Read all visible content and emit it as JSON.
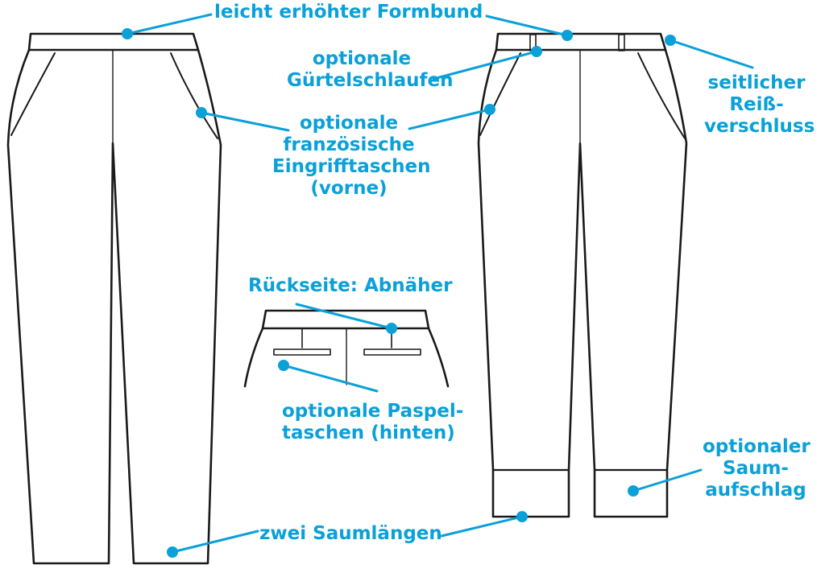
{
  "colors": {
    "accent": "#0aa0d8",
    "outline": "#1a1a1a",
    "background": "#ffffff"
  },
  "labels": {
    "waistband": "leicht erhöhter Formbund",
    "belt_loops": [
      "optionale",
      "Gürtelschlaufen"
    ],
    "front_pockets": [
      "optionale",
      "französische",
      "Eingrifftaschen",
      "(vorne)"
    ],
    "side_zipper": [
      "seitlicher",
      "Reiß-",
      "verschluss"
    ],
    "back_darts": "Rückseite: Abnäher",
    "welt_pockets": [
      "optionale Paspel-",
      "taschen (hinten)"
    ],
    "hem_lengths": "zwei Saumlängen",
    "hem_cuff": [
      "optionaler",
      "Saum-",
      "aufschlag"
    ]
  }
}
